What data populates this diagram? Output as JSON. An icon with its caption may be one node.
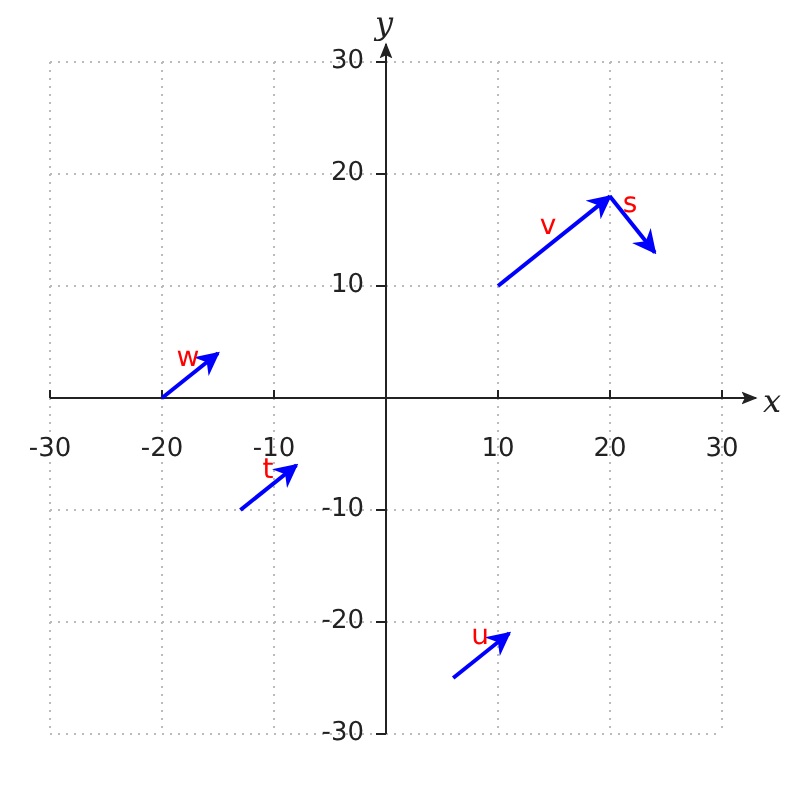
{
  "diagram": {
    "labels": [
      "y",
      "30",
      "20",
      "v",
      "s",
      "10",
      "w",
      "x",
      "-30",
      "-20",
      "-10",
      "t",
      "10",
      "20",
      "30",
      "-10",
      "-20",
      "u",
      "-30"
    ]
  }
}
